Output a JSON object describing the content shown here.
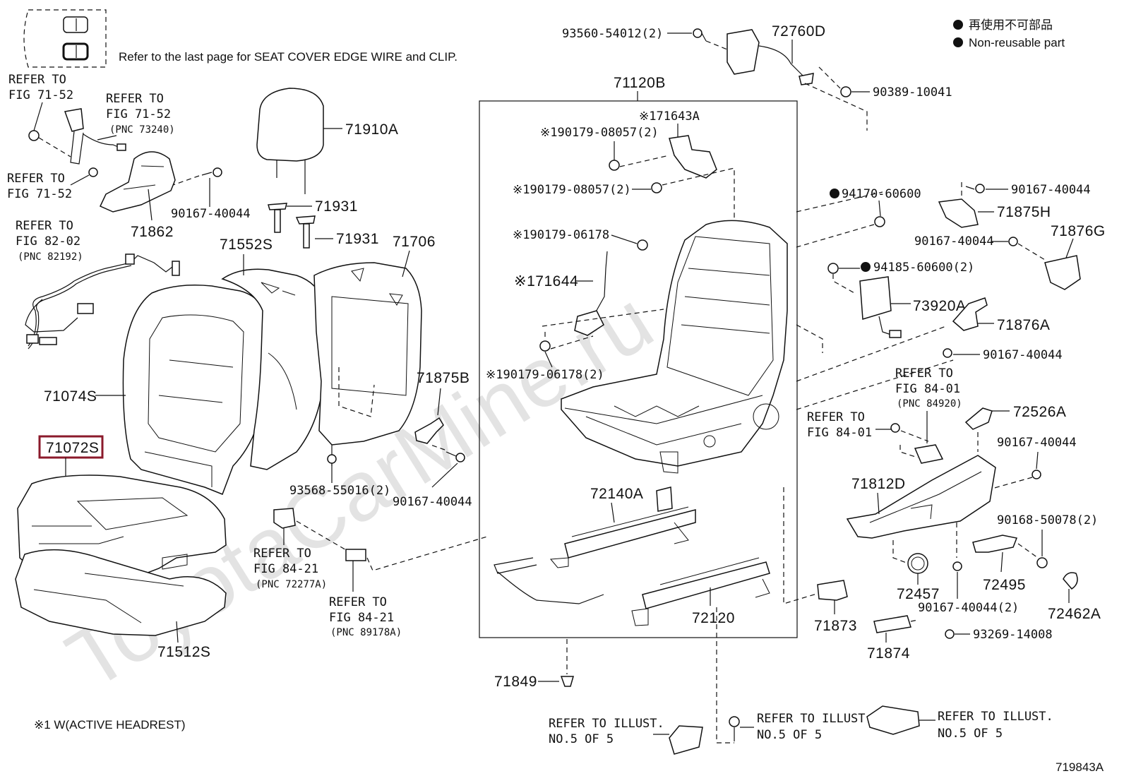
{
  "header": {
    "refer_note": "Refer to the last page for SEAT COVER EDGE WIRE and CLIP.",
    "legend_jp": "再使用不可部品",
    "legend_en": "Non-reusable part"
  },
  "watermark": "ToyotaCarMine.ru",
  "footnote": "※1 W(ACTIVE HEADREST)",
  "figure_id": "719843A",
  "highlighted_part": "71072S",
  "parts": {
    "p71910A": "71910A",
    "p71931a": "71931",
    "p71931b": "71931",
    "p71862": "71862",
    "p90167_a": "90167-40044",
    "p71552S": "71552S",
    "p71706": "71706",
    "p71074S": "71074S",
    "p71072S": "71072S",
    "p71512S": "71512S",
    "p71875B": "71875B",
    "p93568": "93568-55016(2)",
    "p90167_b": "90167-40044",
    "p93560": "93560-54012(2)",
    "p72760D": "72760D",
    "p90389": "90389-10041",
    "p71120B": "71120B",
    "p71643A": "※171643A",
    "p90179_08057a": "※190179-08057(2)",
    "p90179_08057b": "※190179-08057(2)",
    "p90179_06178a": "※190179-06178",
    "p71644": "※171644",
    "p90179_06178b": "※190179-06178(2)",
    "p94170": "94170-60600",
    "p90167_c": "90167-40044",
    "p71875H": "71875H",
    "p90167_d": "90167-40044",
    "p71876G": "71876G",
    "p94185": "94185-60600(2)",
    "p73920A": "73920A",
    "p71876A": "71876A",
    "p90167_e": "90167-40044",
    "p72526A": "72526A",
    "p90167_f": "90167-40044",
    "p71812D": "71812D",
    "p90168": "90168-50078(2)",
    "p72140A": "72140A",
    "p72120": "72120",
    "p72457": "72457",
    "p72495": "72495",
    "p90167_g": "90167-40044(2)",
    "p72462A": "72462A",
    "p71873": "71873",
    "p71874": "71874",
    "p93269": "93269-14008",
    "p71849": "71849"
  },
  "refs": {
    "r1_a": "REFER TO",
    "r1_b": "FIG 71-52",
    "r2_a": "REFER TO",
    "r2_b": "FIG 71-52",
    "r2_c": "(PNC 73240)",
    "r3_a": "REFER TO",
    "r3_b": "FIG 71-52",
    "r4_a": "REFER TO",
    "r4_b": "FIG 82-02",
    "r4_c": "(PNC 82192)",
    "r5_a": "REFER TO",
    "r5_b": "FIG 84-21",
    "r5_c": "(PNC 72277A)",
    "r6_a": "REFER TO",
    "r6_b": "FIG 84-21",
    "r6_c": "(PNC 89178A)",
    "r7_a": "REFER TO",
    "r7_b": "FIG 84-01",
    "r7_c": "(PNC 84920)",
    "r8_a": "REFER TO",
    "r8_b": "FIG 84-01",
    "r9_a": "REFER TO ILLUST.",
    "r9_b": "NO.5 OF 5",
    "r10_a": "REFER TO ILLUST.",
    "r10_b": "NO.5 OF 5",
    "r11_a": "REFER TO ILLUST.",
    "r11_b": "NO.5 OF 5"
  }
}
